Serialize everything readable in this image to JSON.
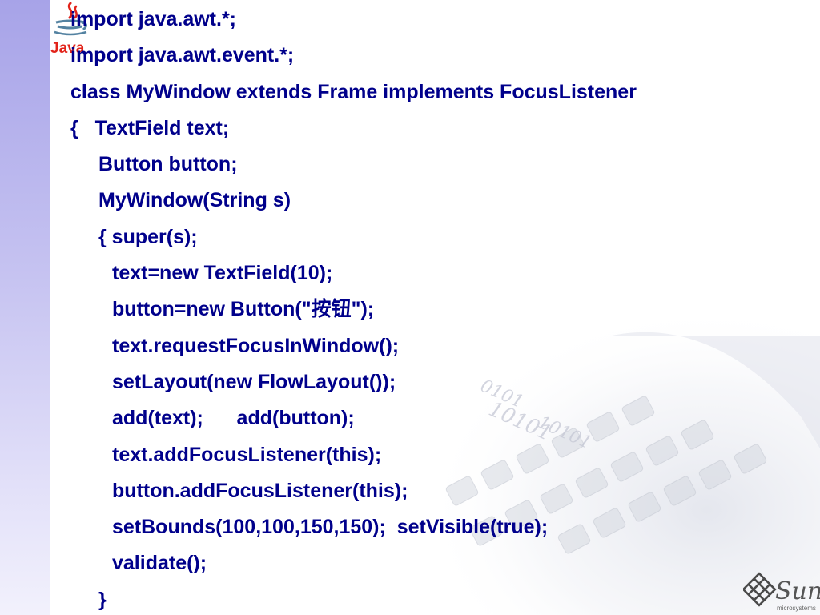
{
  "slide": {
    "code_lines": [
      {
        "text": "import java.awt.*;",
        "indent": 0
      },
      {
        "text": "import java.awt.event.*;",
        "indent": 0
      },
      {
        "text": "class MyWindow extends Frame implements FocusListener",
        "indent": 0
      },
      {
        "text": "{   TextField text;",
        "indent": 0
      },
      {
        "text": "Button button;",
        "indent": 1
      },
      {
        "text": "MyWindow(String s)",
        "indent": 1
      },
      {
        "text": "{ super(s);",
        "indent": 1
      },
      {
        "text": "text=new TextField(10);",
        "indent": 2
      },
      {
        "text": "button=new Button(\"按钮\");",
        "indent": 2
      },
      {
        "text": "text.requestFocusInWindow();",
        "indent": 2
      },
      {
        "text": "setLayout(new FlowLayout());",
        "indent": 2
      },
      {
        "text": "add(text);      add(button);",
        "indent": 2
      },
      {
        "text": "text.addFocusListener(this);",
        "indent": 2
      },
      {
        "text": "button.addFocusListener(this);",
        "indent": 2
      },
      {
        "text": "setBounds(100,100,150,150);  setVisible(true);",
        "indent": 2
      },
      {
        "text": "validate();",
        "indent": 2
      },
      {
        "text": "}",
        "indent": 1
      }
    ],
    "java_logo": {
      "icon": "java-cup-icon",
      "label": "Java"
    },
    "sun_logo": {
      "icon": "sun-logo-icon",
      "label": "Sun",
      "sublabel": "microsystems"
    },
    "background_binary": [
      "10101",
      "0101",
      "10101"
    ],
    "colors": {
      "code_text": "#00008b",
      "left_strip": "#a7a3e8",
      "java_red": "#e2231a",
      "java_blue": "#5382a1",
      "sun_gray": "#6b6b6b"
    }
  }
}
